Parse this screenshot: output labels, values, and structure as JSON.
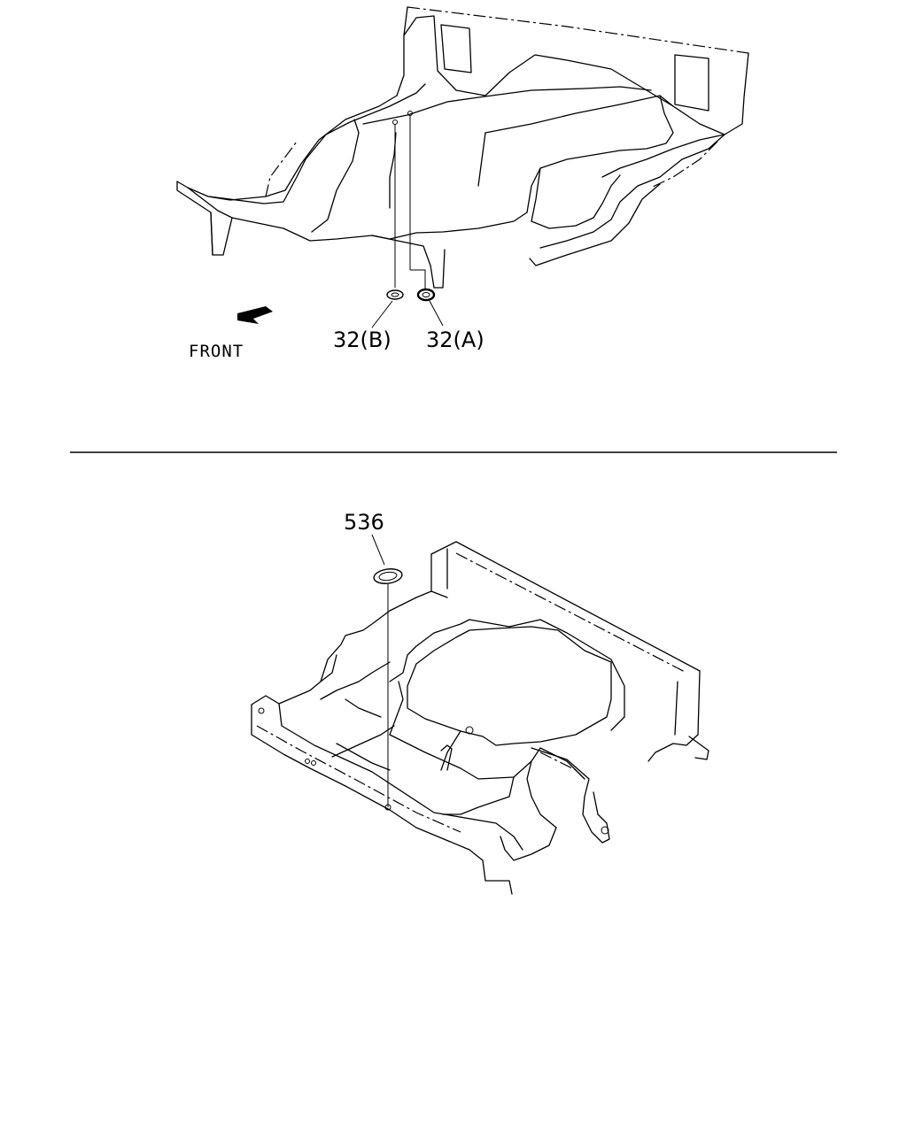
{
  "upper_view": {
    "front_label": "FRONT",
    "callouts": [
      {
        "id": "32b",
        "text": "32(B)"
      },
      {
        "id": "32a",
        "text": "32(A)"
      }
    ]
  },
  "lower_view": {
    "callouts": [
      {
        "id": "536",
        "text": "536"
      }
    ]
  }
}
